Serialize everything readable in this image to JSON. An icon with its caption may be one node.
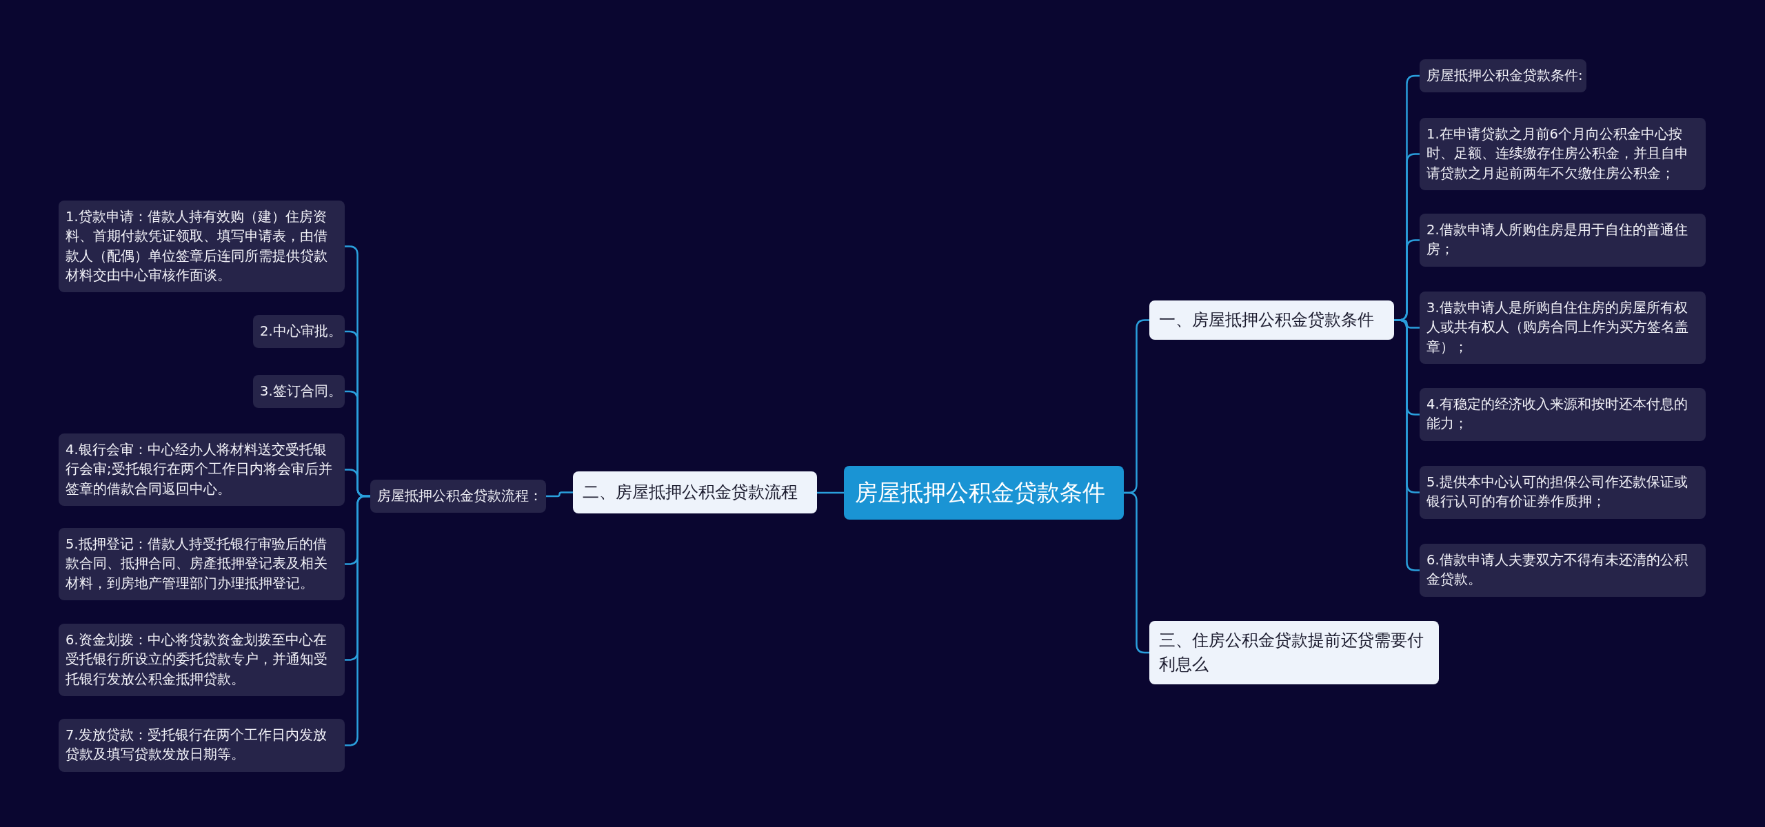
{
  "diagram": {
    "nodes": [
      {
        "text": [
          "房屋抵押公积金贷款条件"
        ]
      },
      {
        "text": [
          "一、房屋抵押公积金贷款条件"
        ]
      },
      {
        "text": [
          "房屋抵押公积金贷款条件:"
        ]
      },
      {
        "text": [
          "1.在申请贷款之月前6个月向公积金中心按时、足额、连续缴存住房公积金，并且自申请贷款之月起前两年不欠缴住房公积金；"
        ]
      },
      {
        "text": [
          "2.借款申请人所购住房是用于自住的普通住房；"
        ]
      },
      {
        "text": [
          "3.借款申请人是所购自住住房的房屋所有权人或共有权人（购房合同上作为买方签名盖章）；"
        ]
      },
      {
        "text": [
          "4.有稳定的经济收入来源和按时还本付息的能力；"
        ]
      },
      {
        "text": [
          "5.提供本中心认可的担保公司作还款保证或银行认可的有价证券作质押；"
        ]
      },
      {
        "text": [
          "6.借款申请人夫妻双方不得有未还清的公积金贷款。"
        ]
      },
      {
        "text": [
          "三、住房公积金贷款提前还贷需要付利息么"
        ]
      },
      {
        "text": [
          "二、房屋抵押公积金贷款流程"
        ]
      },
      {
        "text": [
          "房屋抵押公积金贷款流程："
        ]
      },
      {
        "text": [
          "1.贷款申请：借款人持有效购（建）住房资料、首期付款凭证领取、填写申请表，由借款人（配偶）单位签章后连同所需提供贷款材料交由中心审核作面谈。"
        ]
      },
      {
        "text": [
          "2.中心审批。"
        ]
      },
      {
        "text": [
          "3.签订合同。"
        ]
      },
      {
        "text": [
          "4.银行会审：中心经办人将材料送交受托银行会审;受托银行在两个工作日内将会审后并签章的借款合同返回中心。"
        ]
      },
      {
        "text": [
          "5.抵押登记：借款人持受托银行审验后的借款合同、抵押合同、房產抵押登记表及相关材料，到房地产管理部门办理抵押登记。"
        ]
      },
      {
        "text": [
          "6.资金划拨：中心将贷款资金划拨至中心在受托银行所设立的委托贷款专户，并通知受托银行发放公积金抵押贷款。"
        ]
      },
      {
        "text": [
          "7.发放贷款：受托银行在两个工作日内发放贷款及填写贷款发放日期等。"
        ]
      }
    ],
    "edges": [
      {
        "from": 0,
        "to": 1,
        "arrow": "none"
      },
      {
        "from": 1,
        "to": 2,
        "arrow": "none"
      },
      {
        "from": 1,
        "to": 3,
        "arrow": "none"
      },
      {
        "from": 1,
        "to": 4,
        "arrow": "none"
      },
      {
        "from": 1,
        "to": 5,
        "arrow": "none"
      },
      {
        "from": 1,
        "to": 6,
        "arrow": "none"
      },
      {
        "from": 1,
        "to": 7,
        "arrow": "none"
      },
      {
        "from": 1,
        "to": 8,
        "arrow": "none"
      },
      {
        "from": 0,
        "to": 9,
        "arrow": "none"
      },
      {
        "from": 0,
        "to": 10,
        "arrow": "none"
      },
      {
        "from": 10,
        "to": 11,
        "arrow": "none"
      },
      {
        "from": 11,
        "to": 12,
        "arrow": "none"
      },
      {
        "from": 11,
        "to": 13,
        "arrow": "none"
      },
      {
        "from": 11,
        "to": 14,
        "arrow": "none"
      },
      {
        "from": 11,
        "to": 15,
        "arrow": "none"
      },
      {
        "from": 11,
        "to": 16,
        "arrow": "none"
      },
      {
        "from": 11,
        "to": 17,
        "arrow": "none"
      },
      {
        "from": 11,
        "to": 18,
        "arrow": "none"
      }
    ]
  }
}
